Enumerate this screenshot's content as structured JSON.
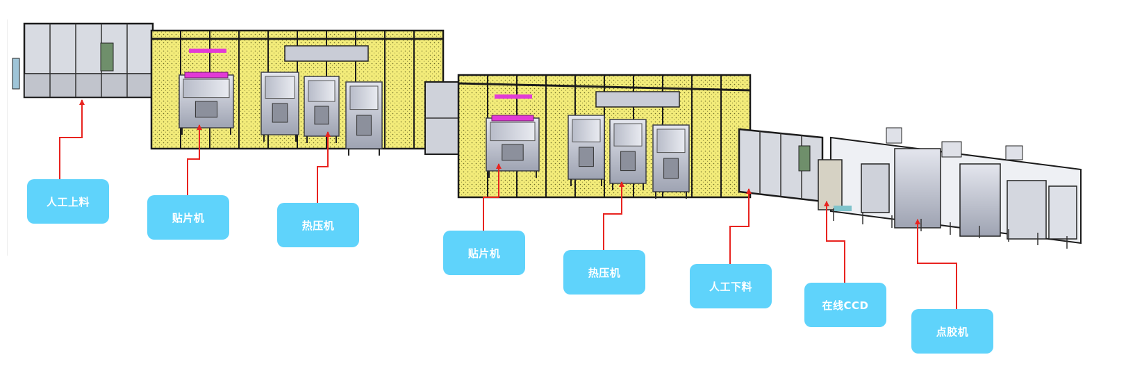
{
  "colors": {
    "label_fill": "#5fd3fb",
    "label_text": "#ffffff",
    "connector": "#e8231f",
    "frame_dark": "#1b1b1b",
    "frame_yellow": "#f1e86b",
    "machine_body": "#c9ccd6",
    "machine_shadow": "#8c909c",
    "accent_magenta": "#e23ad6",
    "glass": "#dfe6ee"
  },
  "stations": [
    {
      "label": "人工上料"
    },
    {
      "label": "贴片机"
    },
    {
      "label": "热压机"
    },
    {
      "label": "贴片机"
    },
    {
      "label": "热压机"
    },
    {
      "label": "人工下料"
    },
    {
      "label": "在线CCD"
    },
    {
      "label": "点胶机"
    }
  ]
}
